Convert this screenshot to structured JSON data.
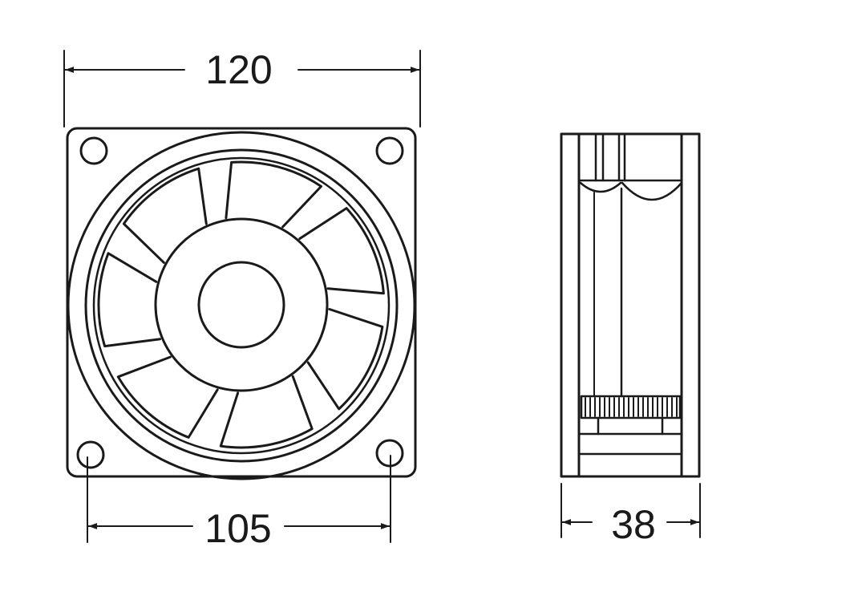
{
  "dimensions": {
    "overall_width": "120",
    "hole_spacing": "105",
    "depth": "38"
  },
  "colors": {
    "line": "#1a1a1a",
    "background": "#ffffff"
  }
}
